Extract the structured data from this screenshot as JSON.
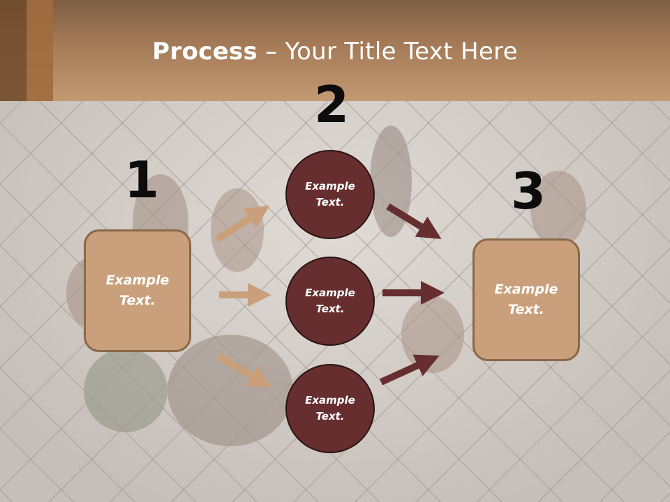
{
  "title": {
    "bold": "Process",
    "rest": " – Your Title Text Here"
  },
  "steps": {
    "one": "1",
    "two": "2",
    "three": "3"
  },
  "left_box": {
    "text": "Example\nText."
  },
  "right_box": {
    "text": "Example\nText."
  },
  "circles": [
    {
      "text": "Example\nText."
    },
    {
      "text": "Example\nText."
    },
    {
      "text": "Example\nText."
    }
  ],
  "colors": {
    "box_fill": "#c9a07b",
    "circle_fill": "#662e2e",
    "arrow_light": "#c9a07b",
    "arrow_dark": "#662e2e",
    "header": "#b68d66"
  }
}
